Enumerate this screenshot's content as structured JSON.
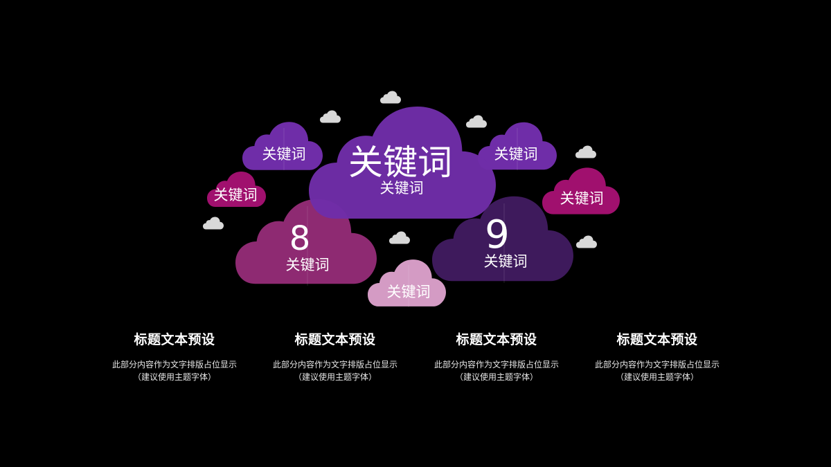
{
  "diagram": {
    "center_cloud": {
      "big_label": "关键词",
      "small_label": "关键词"
    },
    "top_left_cloud": {
      "label": "关键词"
    },
    "left_small_cloud": {
      "label": "关键词"
    },
    "top_right_cloud": {
      "label": "关键词"
    },
    "right_cloud": {
      "label": "关键词"
    },
    "number_cloud_left": {
      "number": "8",
      "label": "关键词"
    },
    "number_cloud_right": {
      "number": "9",
      "label": "关键词"
    },
    "bottom_cloud": {
      "label": "关键词"
    }
  },
  "cards": [
    {
      "title": "标题文本预设",
      "body_line1": "此部分内容作为文字排版占位显示",
      "body_line2": "（建议使用主题字体）"
    },
    {
      "title": "标题文本预设",
      "body_line1": "此部分内容作为文字排版占位显示",
      "body_line2": "（建议使用主题字体）"
    },
    {
      "title": "标题文本预设",
      "body_line1": "此部分内容作为文字排版占位显示",
      "body_line2": "（建议使用主题字体）"
    },
    {
      "title": "标题文本预设",
      "body_line1": "此部分内容作为文字排版占位显示",
      "body_line2": "（建议使用主题字体）"
    }
  ],
  "colors": {
    "background": "#000000",
    "violet": "#6F2DA8",
    "deep_purple": "#3E1A5C",
    "magenta": "#A0106E",
    "plum": "#8E2A72",
    "pink": "#D49BC4",
    "small_cloud": "#D8D8D8"
  }
}
